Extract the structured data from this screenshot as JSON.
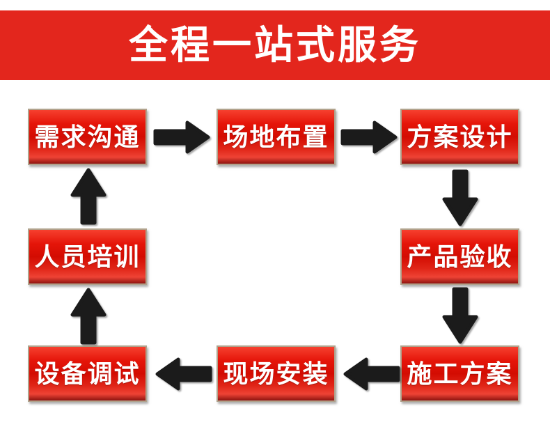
{
  "banner": {
    "title": "全程一站式服务"
  },
  "flow": {
    "nodes": [
      {
        "id": "xuqiu-goutong",
        "label": "需求沟通"
      },
      {
        "id": "changdi-buzhi",
        "label": "场地布置"
      },
      {
        "id": "fangan-sheji",
        "label": "方案设计"
      },
      {
        "id": "chanpin-yanshou",
        "label": "产品验收"
      },
      {
        "id": "shigong-fangan",
        "label": "施工方案"
      },
      {
        "id": "xianchang-anzhuang",
        "label": "现场安装"
      },
      {
        "id": "shebei-tiaoshi",
        "label": "设备调试"
      },
      {
        "id": "renyuan-peixun",
        "label": "人员培训"
      }
    ],
    "arrows": [
      {
        "from": "需求沟通",
        "to": "场地布置",
        "direction": "right"
      },
      {
        "from": "场地布置",
        "to": "方案设计",
        "direction": "right"
      },
      {
        "from": "方案设计",
        "to": "产品验收",
        "direction": "down"
      },
      {
        "from": "产品验收",
        "to": "施工方案",
        "direction": "down"
      },
      {
        "from": "施工方案",
        "to": "现场安装",
        "direction": "left"
      },
      {
        "from": "现场安装",
        "to": "设备调试",
        "direction": "left"
      },
      {
        "from": "设备调试",
        "to": "人员培训",
        "direction": "up"
      },
      {
        "from": "人员培训",
        "to": "需求沟通",
        "direction": "up"
      }
    ]
  },
  "colors": {
    "banner_red": "#e3261d",
    "node_red_bright": "#f6402f",
    "node_red_dark": "#8e1410",
    "node_border_tan": "#b0a28c",
    "arrow_black": "#1b1b1b",
    "text_white": "#ffffff",
    "background": "#ffffff"
  }
}
